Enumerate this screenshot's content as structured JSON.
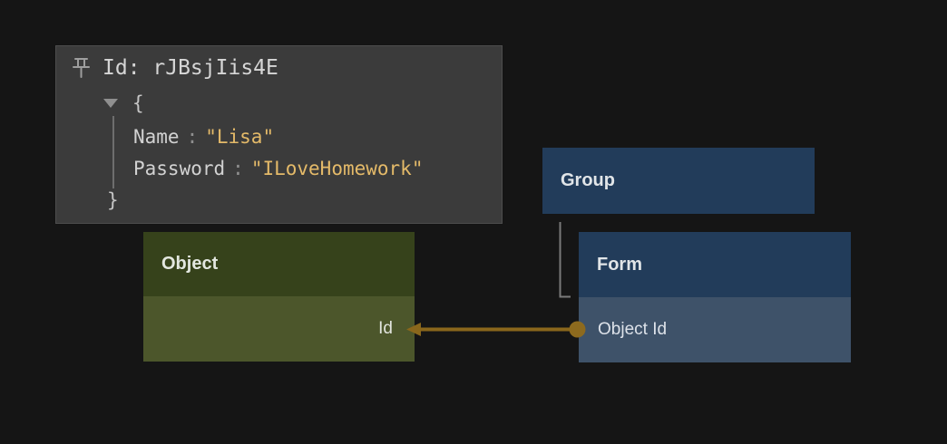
{
  "canvas": {
    "background": "#151515"
  },
  "tooltip": {
    "id_line": "Id: rJBsjIis4E",
    "open_brace": "{",
    "close_brace": "}",
    "fields": [
      {
        "key": "Name",
        "sep": ":",
        "value": "\"Lisa\""
      },
      {
        "key": "Password",
        "sep": ":",
        "value": "\"ILoveHomework\""
      }
    ],
    "colors": {
      "panel_bg": "#3b3b3b",
      "text": "#d6d6d6",
      "muted": "#8f8f8f",
      "string_value": "#e4ba69"
    }
  },
  "nodes": {
    "object": {
      "title": "Object",
      "row": "Id",
      "header_bg": "#36421b",
      "body_bg": "#4c562b"
    },
    "group": {
      "title": "Group",
      "header_bg": "#223c5a"
    },
    "form": {
      "title": "Form",
      "row": "Object Id",
      "header_bg": "#223c5a",
      "body_bg": "#3e5269"
    }
  },
  "connection": {
    "from": "Object Id",
    "to": "Id",
    "color": "#8a671c"
  },
  "hierarchy_link": {
    "from": "Group",
    "to": "Form",
    "color": "#7a7a7a"
  }
}
